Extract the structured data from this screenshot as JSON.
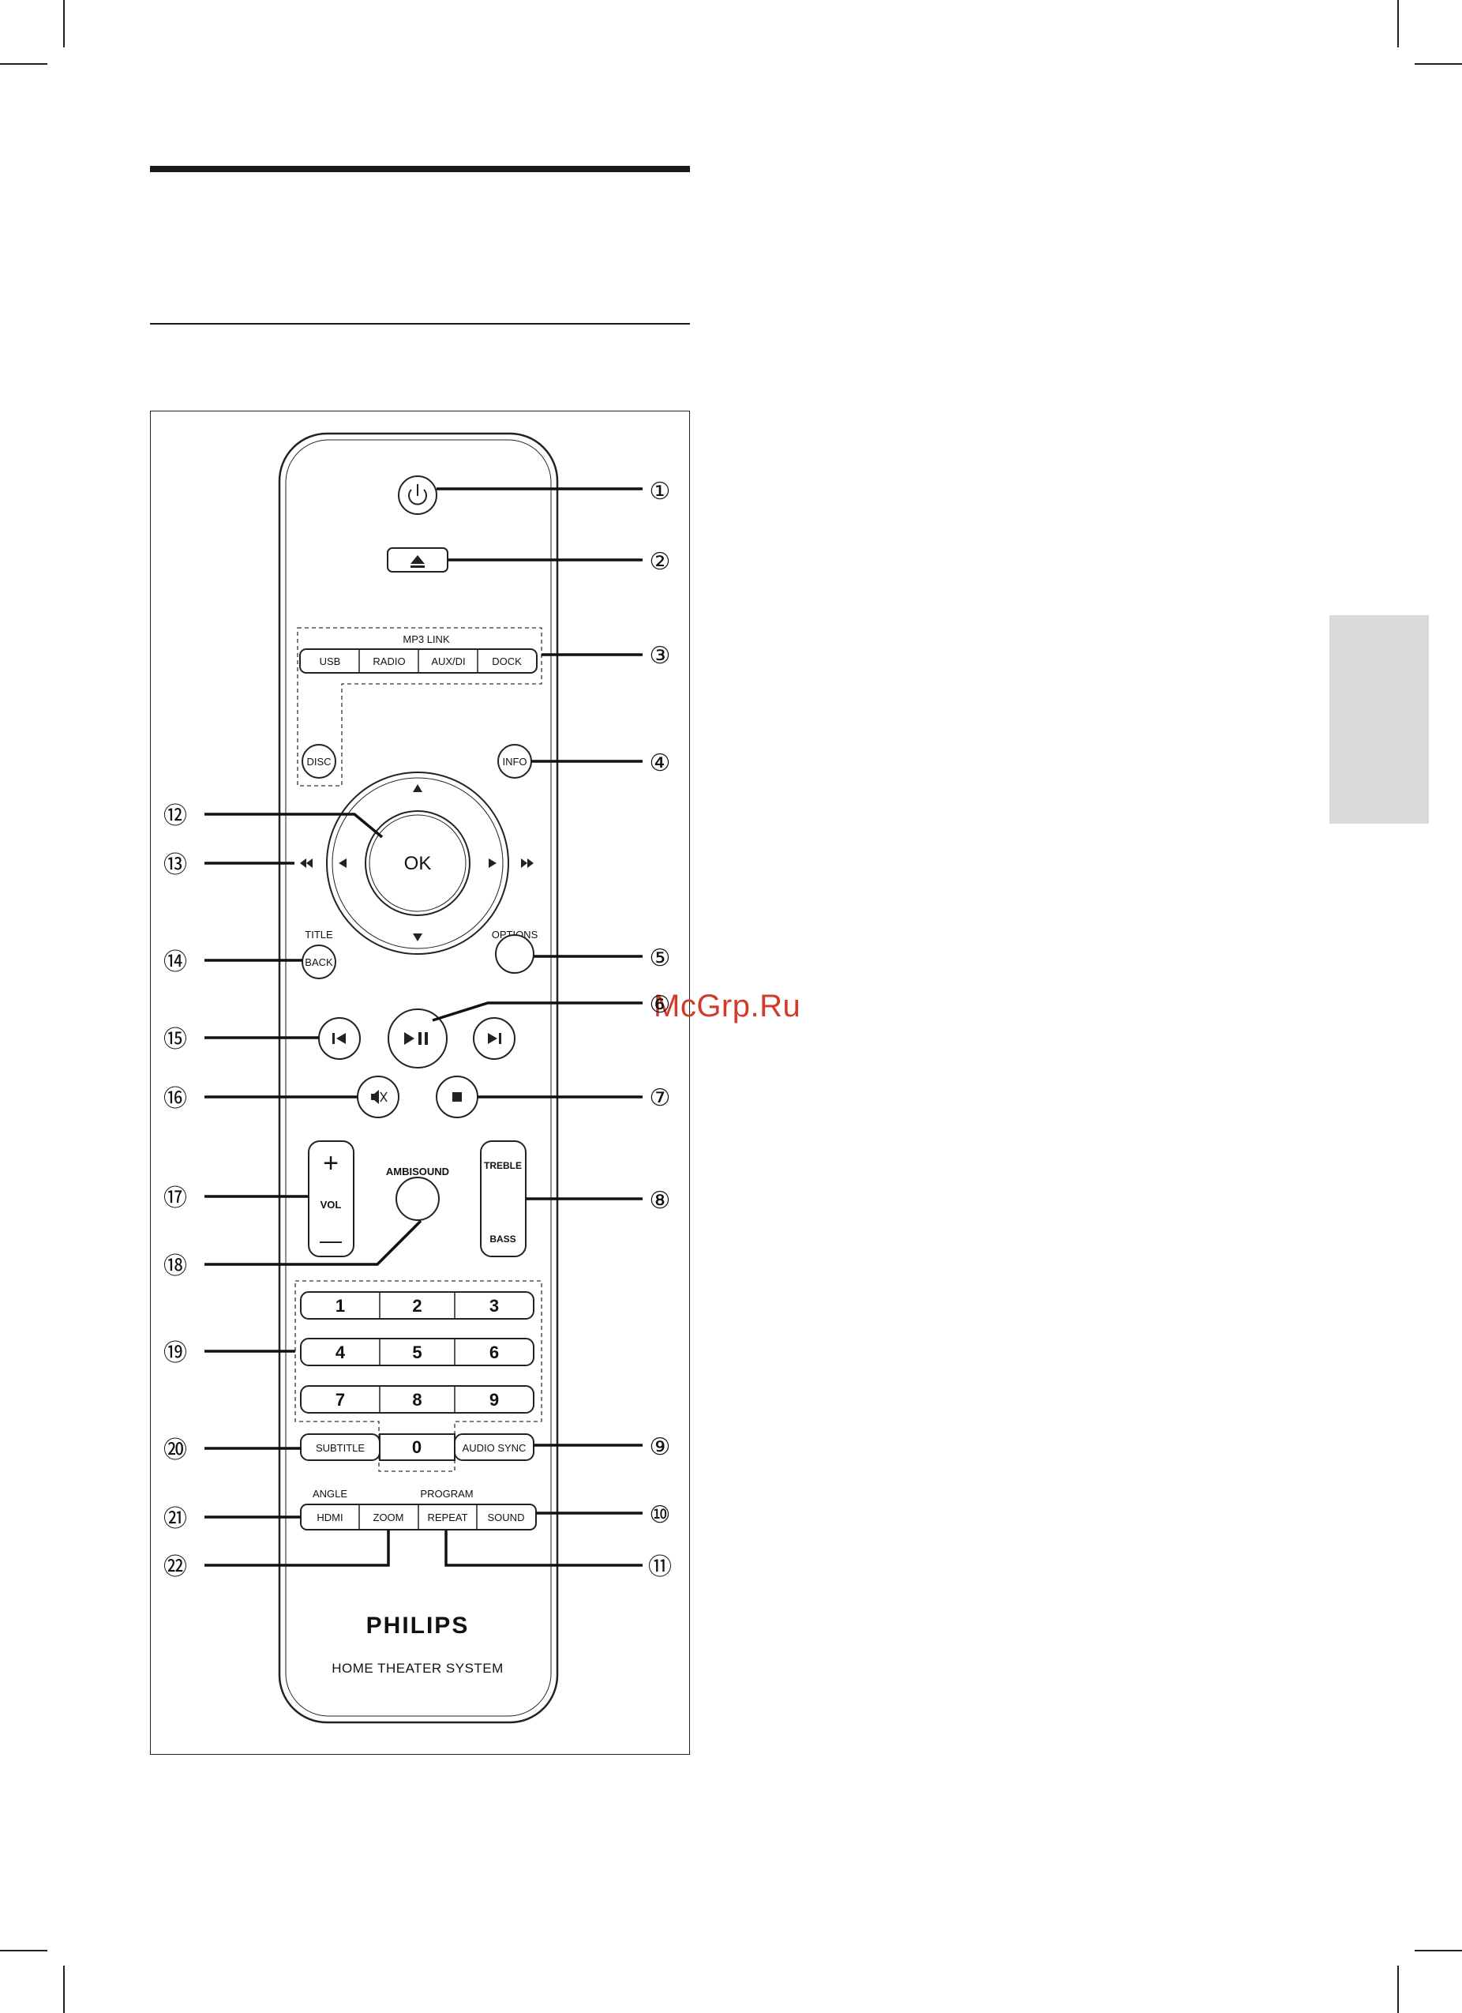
{
  "watermark": "McGrp.Ru",
  "remote": {
    "brand": "PHILIPS",
    "subtitle": "HOME THEATER SYSTEM",
    "mp3link_label": "MP3 LINK",
    "source_buttons": [
      "USB",
      "RADIO",
      "AUX/DI",
      "DOCK"
    ],
    "disc_label": "DISC",
    "info_label": "INFO",
    "ok_label": "OK",
    "title_label": "TITLE",
    "back_label": "BACK",
    "options_label": "OPTIONS",
    "ambisound_label": "AMBISOUND",
    "vol_label": "VOL",
    "vol_plus": "+",
    "vol_minus": "—",
    "treble_label": "TREBLE",
    "bass_label": "BASS",
    "digits": [
      "1",
      "2",
      "3",
      "4",
      "5",
      "6",
      "7",
      "8",
      "9",
      "0"
    ],
    "subtitle_label": "SUBTITLE",
    "audio_sync_label": "AUDIO SYNC",
    "angle_label": "ANGLE",
    "program_label": "PROGRAM",
    "bottom_buttons": [
      "HDMI",
      "ZOOM",
      "REPEAT",
      "SOUND"
    ]
  },
  "callouts": [
    "①",
    "②",
    "③",
    "④",
    "⑤",
    "⑥",
    "⑦",
    "⑧",
    "⑨",
    "⑩",
    "⑪",
    "⑫",
    "⑬",
    "⑭",
    "⑮",
    "⑯",
    "⑰",
    "⑱",
    "⑲",
    "⑳",
    "㉑",
    "㉒"
  ]
}
